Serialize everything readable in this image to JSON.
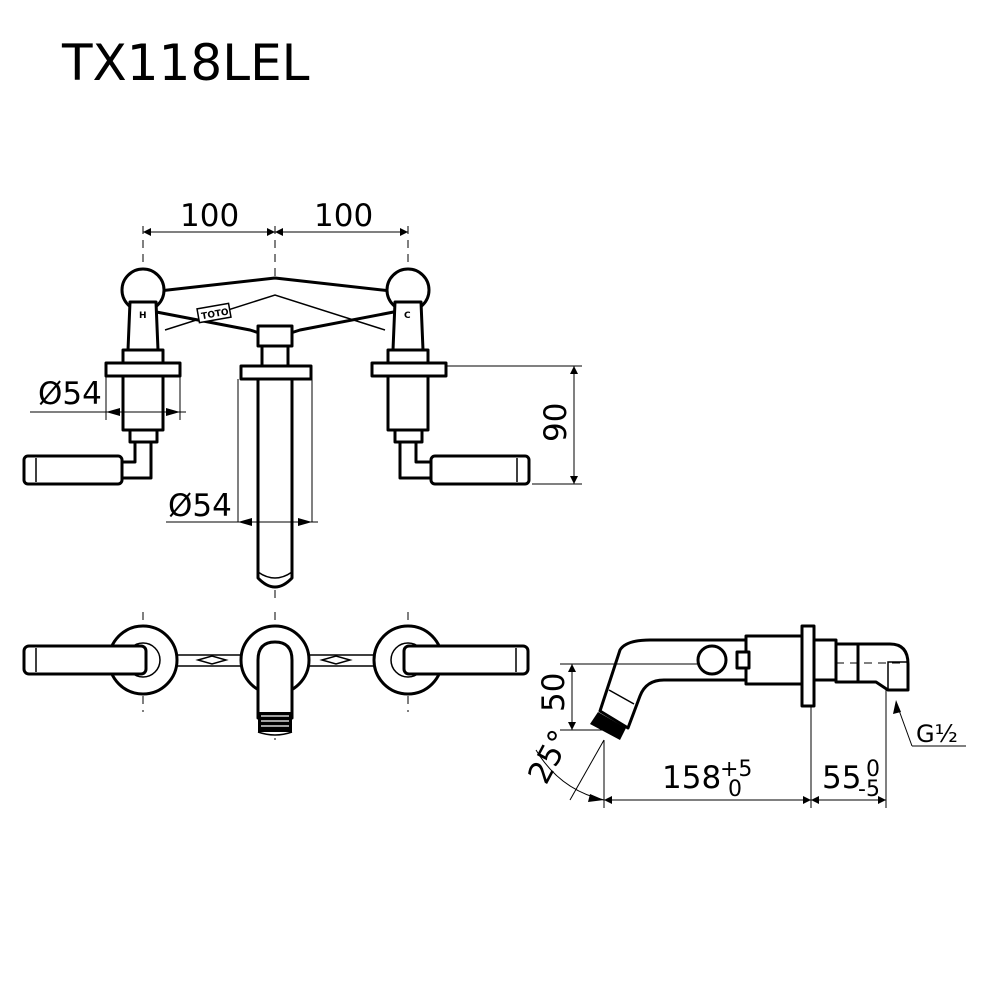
{
  "title": "TX118LEL",
  "dimensions": {
    "width_left": "100",
    "width_right": "100",
    "handle_diameter": "Ø54",
    "spout_diameter": "Ø54",
    "height": "90",
    "spout_height": "50",
    "angle": "25°",
    "projection_value": "158",
    "projection_tol_upper": "+5",
    "projection_tol_lower": "0",
    "depth_value": "55",
    "depth_tol_upper": "0",
    "depth_tol_lower": "-5",
    "thread": "G½"
  },
  "handle_marks": {
    "hot": "H",
    "cold": "C"
  },
  "brand_mark": "TOTO"
}
